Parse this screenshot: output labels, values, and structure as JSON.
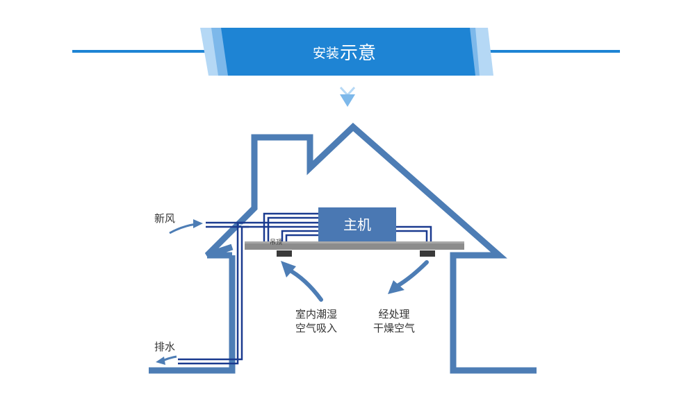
{
  "header": {
    "title_part1": "安装",
    "title_part2": "示意"
  },
  "diagram": {
    "unit_label": "主机",
    "ceiling_label": "吊顶",
    "fresh_air_label": "新风",
    "drain_label": "排水",
    "intake_line1": "室内潮湿",
    "intake_line2": "空气吸入",
    "output_line1": "经处理",
    "output_line2": "干燥空气"
  },
  "colors": {
    "banner": "#1e84d4",
    "banner_light": "#8fc3ee",
    "house": "#4d7db5",
    "pipe": "#1a3a8f",
    "ceiling": "#8c8c8c",
    "unit": "#4a78b3",
    "vent": "#3a3a3a"
  }
}
